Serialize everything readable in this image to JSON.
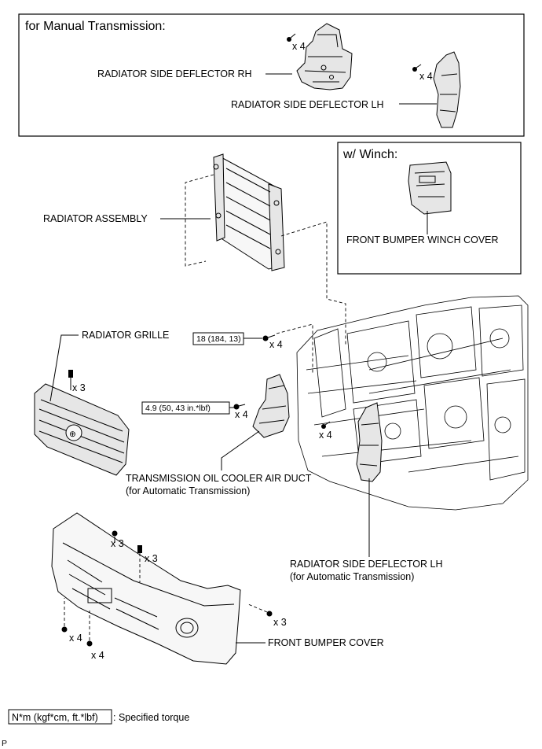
{
  "sections": {
    "manual_header": "for Manual Transmission:",
    "winch_header": "w/ Winch:"
  },
  "labels": {
    "deflector_rh": "RADIATOR SIDE DEFLECTOR RH",
    "deflector_lh": "RADIATOR SIDE DEFLECTOR LH",
    "radiator_assembly": "RADIATOR ASSEMBLY",
    "winch_cover": "FRONT BUMPER WINCH COVER",
    "radiator_grille": "RADIATOR GRILLE",
    "oil_cooler_duct_line1": "TRANSMISSION OIL COOLER AIR DUCT",
    "oil_cooler_duct_line2": "(for Automatic Transmission)",
    "deflector_lh_auto_line1": "RADIATOR SIDE DEFLECTOR LH",
    "deflector_lh_auto_line2": "(for Automatic Transmission)",
    "front_bumper_cover": "FRONT BUMPER COVER"
  },
  "quantities": {
    "rh_bolts": "x 4",
    "lh_bolts": "x 4",
    "radiator_bolts": "x 4",
    "grille_clips": "x 3",
    "duct_bolts": "x 4",
    "deflector_auto_bolts": "x 4",
    "bumper_top_left": "x 3",
    "bumper_top_mid": "x 3",
    "bumper_right": "x 3",
    "bumper_bottom_left": "x 4",
    "bumper_bottom_mid": "x 4"
  },
  "torques": {
    "radiator": "18 (184, 13)",
    "duct": "4.9 (50, 43 in.*lbf)"
  },
  "legend": {
    "box_text": "N*m (kgf*cm, ft.*lbf)",
    "description": ": Specified torque"
  },
  "corner_mark": "P"
}
